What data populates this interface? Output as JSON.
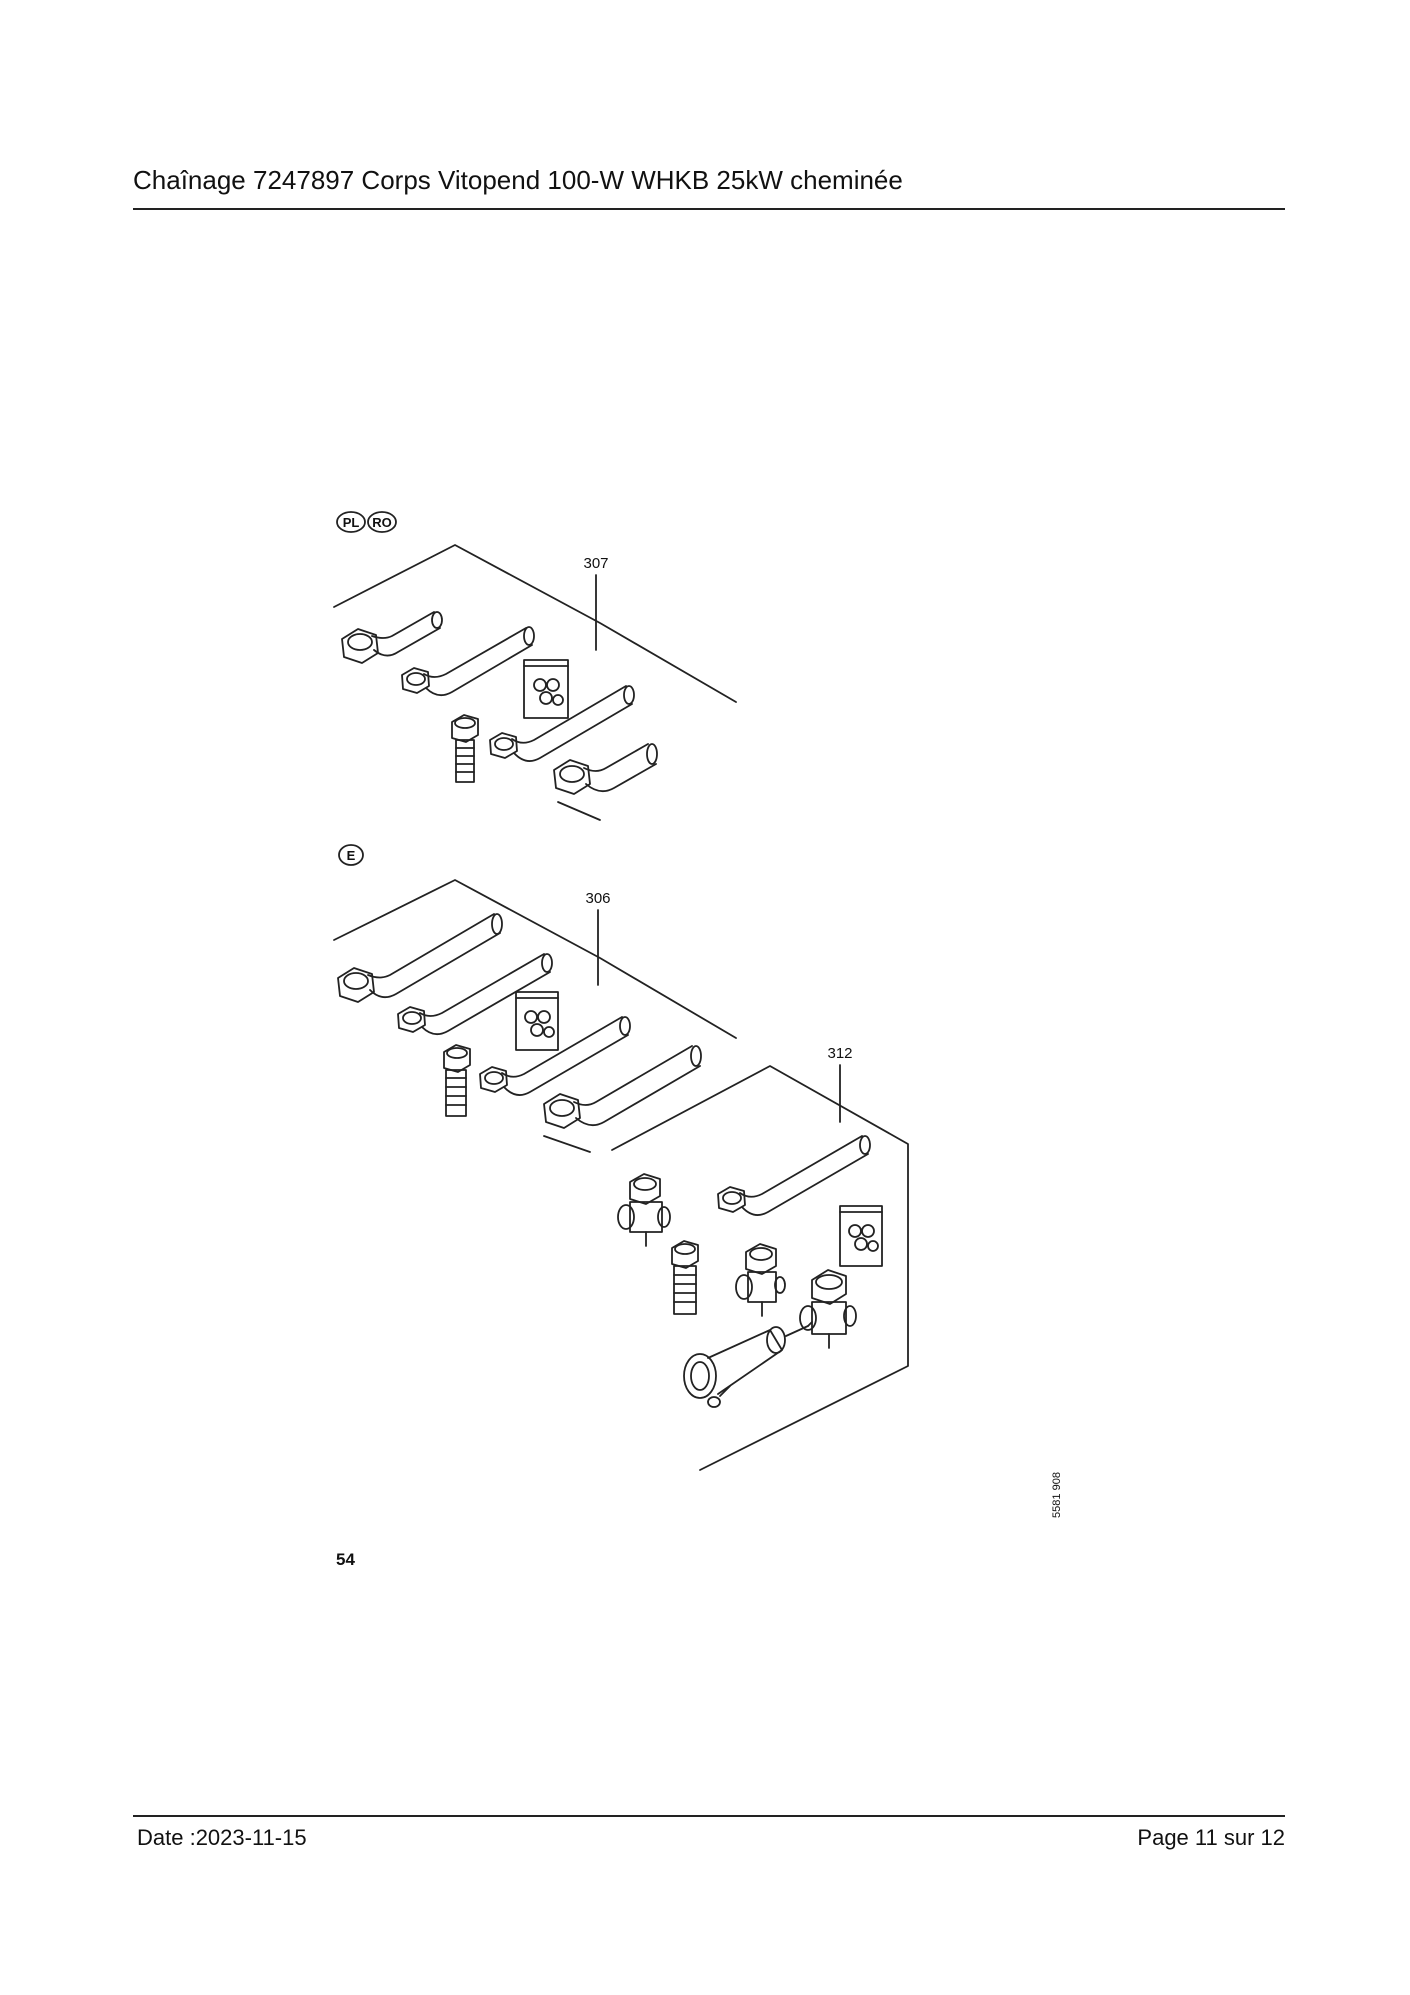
{
  "header": {
    "title": "Chaînage 7247897 Corps Vitopend 100-W WHKB 25kW cheminée"
  },
  "figure": {
    "badges_top": [
      "PL",
      "RO"
    ],
    "badge_middle": "E",
    "callouts": [
      "307",
      "306",
      "312"
    ],
    "drawing_number": "5581 908",
    "page_ref": "54"
  },
  "footer": {
    "date": "Date :2023-11-15",
    "page": "Page 11 sur  12"
  }
}
